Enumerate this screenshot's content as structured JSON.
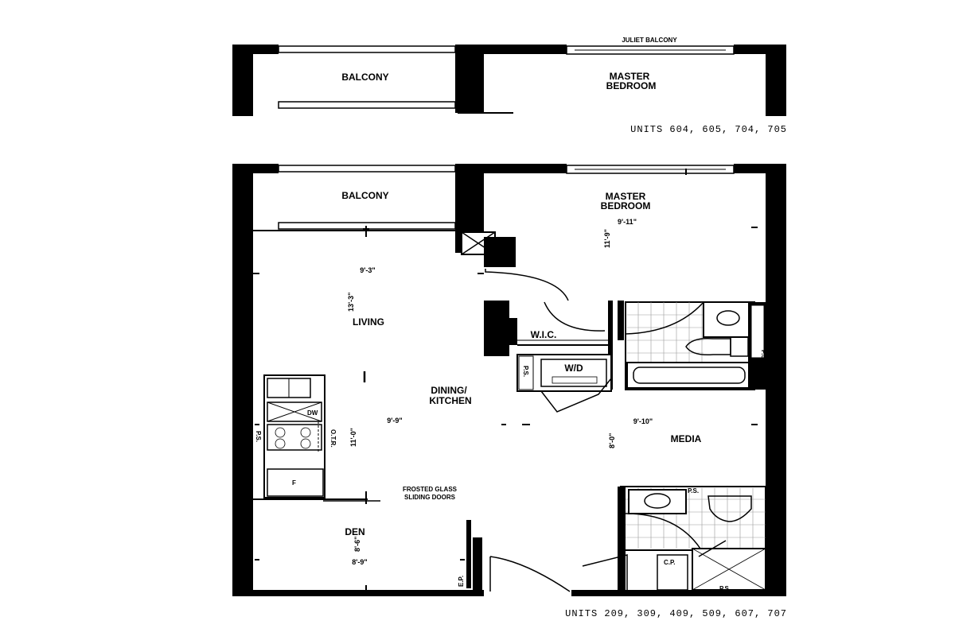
{
  "top_plan": {
    "balcony": "BALCONY",
    "juliet_balcony": "JULIET BALCONY",
    "master_bedroom_line1": "MASTER",
    "master_bedroom_line2": "BEDROOM",
    "units_caption": "UNITS 604, 605, 704, 705"
  },
  "main_plan": {
    "balcony": "BALCONY",
    "master_bedroom_line1": "MASTER",
    "master_bedroom_line2": "BEDROOM",
    "master_bedroom_width": "9'-11\"",
    "master_bedroom_depth": "11'-9\"",
    "living": "LIVING",
    "living_width": "9'-3\"",
    "living_depth": "13'-3\"",
    "wic": "W.I.C.",
    "wd": "W/D",
    "ps": "P.S.",
    "dining_kitchen_line1": "DINING/",
    "dining_kitchen_line2": "KITCHEN",
    "dining_width": "9'-9\"",
    "dining_depth": "11'-0\"",
    "otr": "O.T.R.",
    "dw": "DW",
    "fridge": "F",
    "media": "MEDIA",
    "media_width": "9'-10\"",
    "media_depth": "8'-0\"",
    "frosted_line1": "FROSTED GLASS",
    "frosted_line2": "SLIDING DOORS",
    "den": "DEN",
    "den_width": "8'-9\"",
    "den_depth": "8'-6\"",
    "ep": "E.P.",
    "cp": "C.P.",
    "units_caption": "UNITS 209, 309, 409, 509, 607, 707"
  }
}
